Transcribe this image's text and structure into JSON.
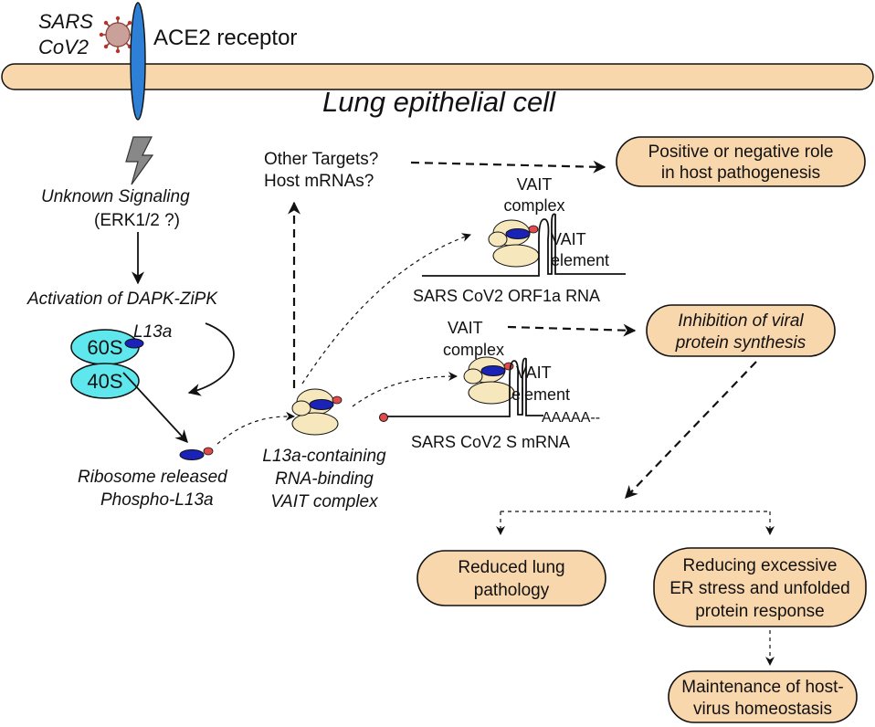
{
  "header": {
    "virus": [
      "SARS",
      "CoV2"
    ],
    "receptor": "ACE2 receptor",
    "cell": "Lung epithelial cell"
  },
  "pathway": {
    "signaling": "Unknown Signaling",
    "erk": "(ERK1/2 ?)",
    "activation": "Activation of DAPK-ZiPK",
    "l13a": "L13a",
    "sub60": "60S",
    "sub40": "40S",
    "released": [
      "Ribosome released",
      "Phospho-L13a"
    ],
    "vait_complex": [
      "L13a-containing",
      "RNA-binding",
      "VAIT complex"
    ]
  },
  "targets": {
    "question": [
      "Other Targets?",
      "Host mRNAs?"
    ],
    "orf1a": {
      "complex": [
        "VAIT",
        "complex"
      ],
      "element": [
        "VAIT",
        "element"
      ],
      "rna": "SARS CoV2 ORF1a RNA"
    },
    "s_mrna": {
      "complex": [
        "VAIT",
        "complex"
      ],
      "element": [
        "VAIT",
        "element"
      ],
      "polya": "AAAAA--",
      "rna": "SARS CoV2 S mRNA"
    }
  },
  "outcomes": {
    "role": [
      "Positive or negative role",
      "in host pathogenesis"
    ],
    "inhibition": [
      "Inhibition of viral",
      "protein synthesis"
    ],
    "lung": [
      "Reduced lung",
      "pathology"
    ],
    "er": [
      "Reducing excessive",
      "ER stress and unfolded",
      "protein response"
    ],
    "homeostasis": [
      "Maintenance of host-",
      "virus homeostasis"
    ]
  },
  "colors": {
    "membrane": "#f9d7ad",
    "receptor": "#2e7fd6",
    "subunit": "#5ee8ee",
    "l13a": "#1a22b8",
    "phospho": "#e24b4b",
    "ribosome": "#f6e7bd",
    "outcome_box": "#f9d7ad"
  }
}
